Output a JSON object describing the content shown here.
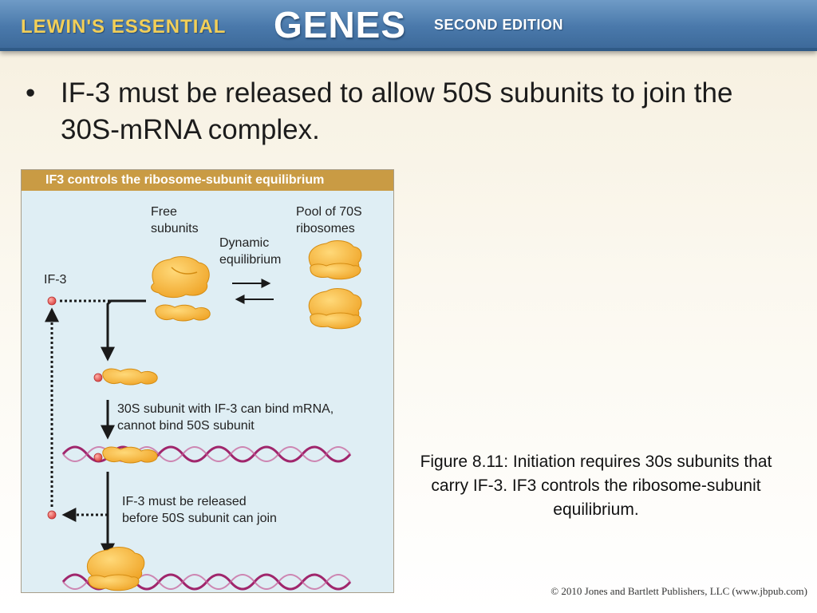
{
  "header": {
    "series_text": "LEWIN'S ESSENTIAL",
    "brand_text": "GENES",
    "edition_text": "SECOND EDITION"
  },
  "bullet": {
    "marker": "•",
    "text": "IF-3 must be released to allow 50S subunits to join the 30S-mRNA complex."
  },
  "figure": {
    "title": "IF3 controls the ribosome-subunit equilibrium",
    "labels": {
      "free_line1": "Free",
      "free_line2": "subunits",
      "pool_line1": "Pool of 70S",
      "pool_line2": "ribosomes",
      "dyn_line1": "Dynamic",
      "dyn_line2": "equilibrium",
      "if3": "IF-3",
      "bind_line1": "30S subunit with IF-3 can bind mRNA,",
      "bind_line2": "cannot bind 50S subunit",
      "release_line1": "IF-3 must be released",
      "release_line2": "before 50S subunit can join"
    },
    "colors": {
      "subunit": "#f3b233",
      "subunit_edge": "#d48c12",
      "mrna": "#a0266c",
      "if3_factor": "#e0504f",
      "arrow": "#1a1a1a",
      "title_bar": "#c99b44",
      "panel_bg": "#dfeef4"
    }
  },
  "caption": "Figure 8.11: Initiation requires 30s subunits that carry IF-3. IF3 controls the ribosome-subunit equilibrium.",
  "copyright": "© 2010 Jones and Bartlett Publishers, LLC (www.jbpub.com)"
}
